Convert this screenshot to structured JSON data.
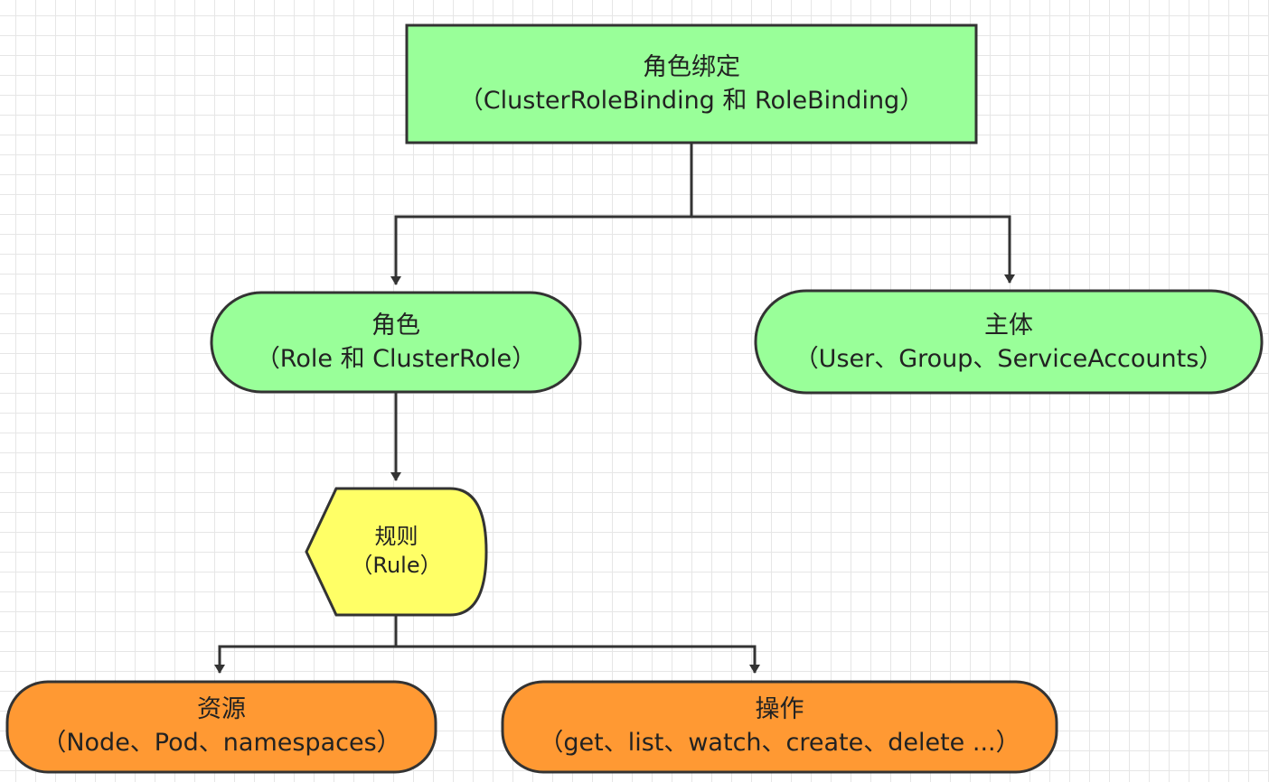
{
  "colors": {
    "green": "#99ff99",
    "yellow": "#ffff66",
    "orange": "#ff9933",
    "stroke": "#333333"
  },
  "nodes": {
    "role_binding": {
      "title": "角色绑定",
      "subtitle": "（ClusterRoleBinding 和 RoleBinding）"
    },
    "role": {
      "title": "角色",
      "subtitle": "（Role 和 ClusterRole）"
    },
    "subject": {
      "title": "主体",
      "subtitle": "（User、Group、ServiceAccounts）"
    },
    "rule": {
      "title": "规则",
      "subtitle": "（Rule）"
    },
    "resources": {
      "title": "资源",
      "subtitle": "（Node、Pod、namespaces）"
    },
    "operations": {
      "title": "操作",
      "subtitle": "（get、list、watch、create、delete ...）"
    }
  }
}
